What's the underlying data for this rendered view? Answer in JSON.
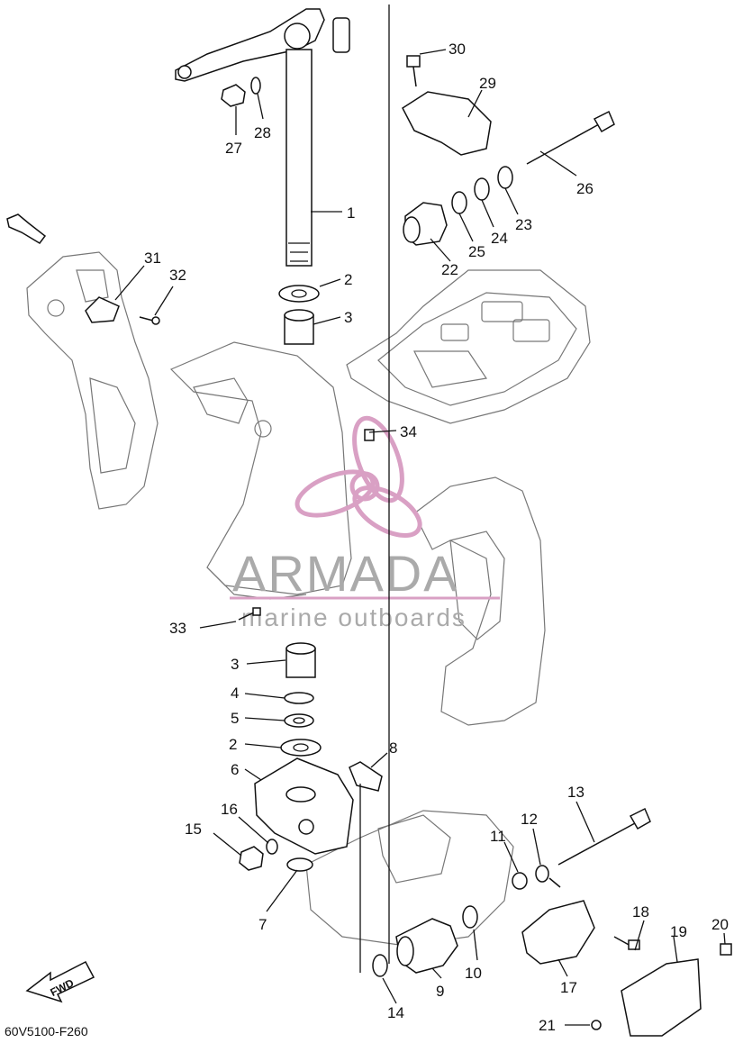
{
  "diagram": {
    "code": "60V5100-F260",
    "fwd_label": "FWD",
    "watermark": {
      "name": "ARMADA",
      "tagline": "marine outboards",
      "color": "#d9a0c4",
      "text_color": "#aaaaaa"
    },
    "part_labels": [
      {
        "id": "1",
        "text": "1"
      },
      {
        "id": "2a",
        "text": "2"
      },
      {
        "id": "3a",
        "text": "3"
      },
      {
        "id": "2b",
        "text": "2"
      },
      {
        "id": "3b",
        "text": "3"
      },
      {
        "id": "4",
        "text": "4"
      },
      {
        "id": "5",
        "text": "5"
      },
      {
        "id": "6",
        "text": "6"
      },
      {
        "id": "7",
        "text": "7"
      },
      {
        "id": "8",
        "text": "8"
      },
      {
        "id": "9",
        "text": "9"
      },
      {
        "id": "10",
        "text": "10"
      },
      {
        "id": "11",
        "text": "11"
      },
      {
        "id": "12",
        "text": "12"
      },
      {
        "id": "13",
        "text": "13"
      },
      {
        "id": "14",
        "text": "14"
      },
      {
        "id": "15",
        "text": "15"
      },
      {
        "id": "16",
        "text": "16"
      },
      {
        "id": "17",
        "text": "17"
      },
      {
        "id": "18",
        "text": "18"
      },
      {
        "id": "19",
        "text": "19"
      },
      {
        "id": "20",
        "text": "20"
      },
      {
        "id": "21",
        "text": "21"
      },
      {
        "id": "22",
        "text": "22"
      },
      {
        "id": "23",
        "text": "23"
      },
      {
        "id": "24",
        "text": "24"
      },
      {
        "id": "25",
        "text": "25"
      },
      {
        "id": "26",
        "text": "26"
      },
      {
        "id": "27",
        "text": "27"
      },
      {
        "id": "28",
        "text": "28"
      },
      {
        "id": "29",
        "text": "29"
      },
      {
        "id": "30",
        "text": "30"
      },
      {
        "id": "31",
        "text": "31"
      },
      {
        "id": "32",
        "text": "32"
      },
      {
        "id": "33",
        "text": "33"
      },
      {
        "id": "34",
        "text": "34"
      }
    ]
  }
}
